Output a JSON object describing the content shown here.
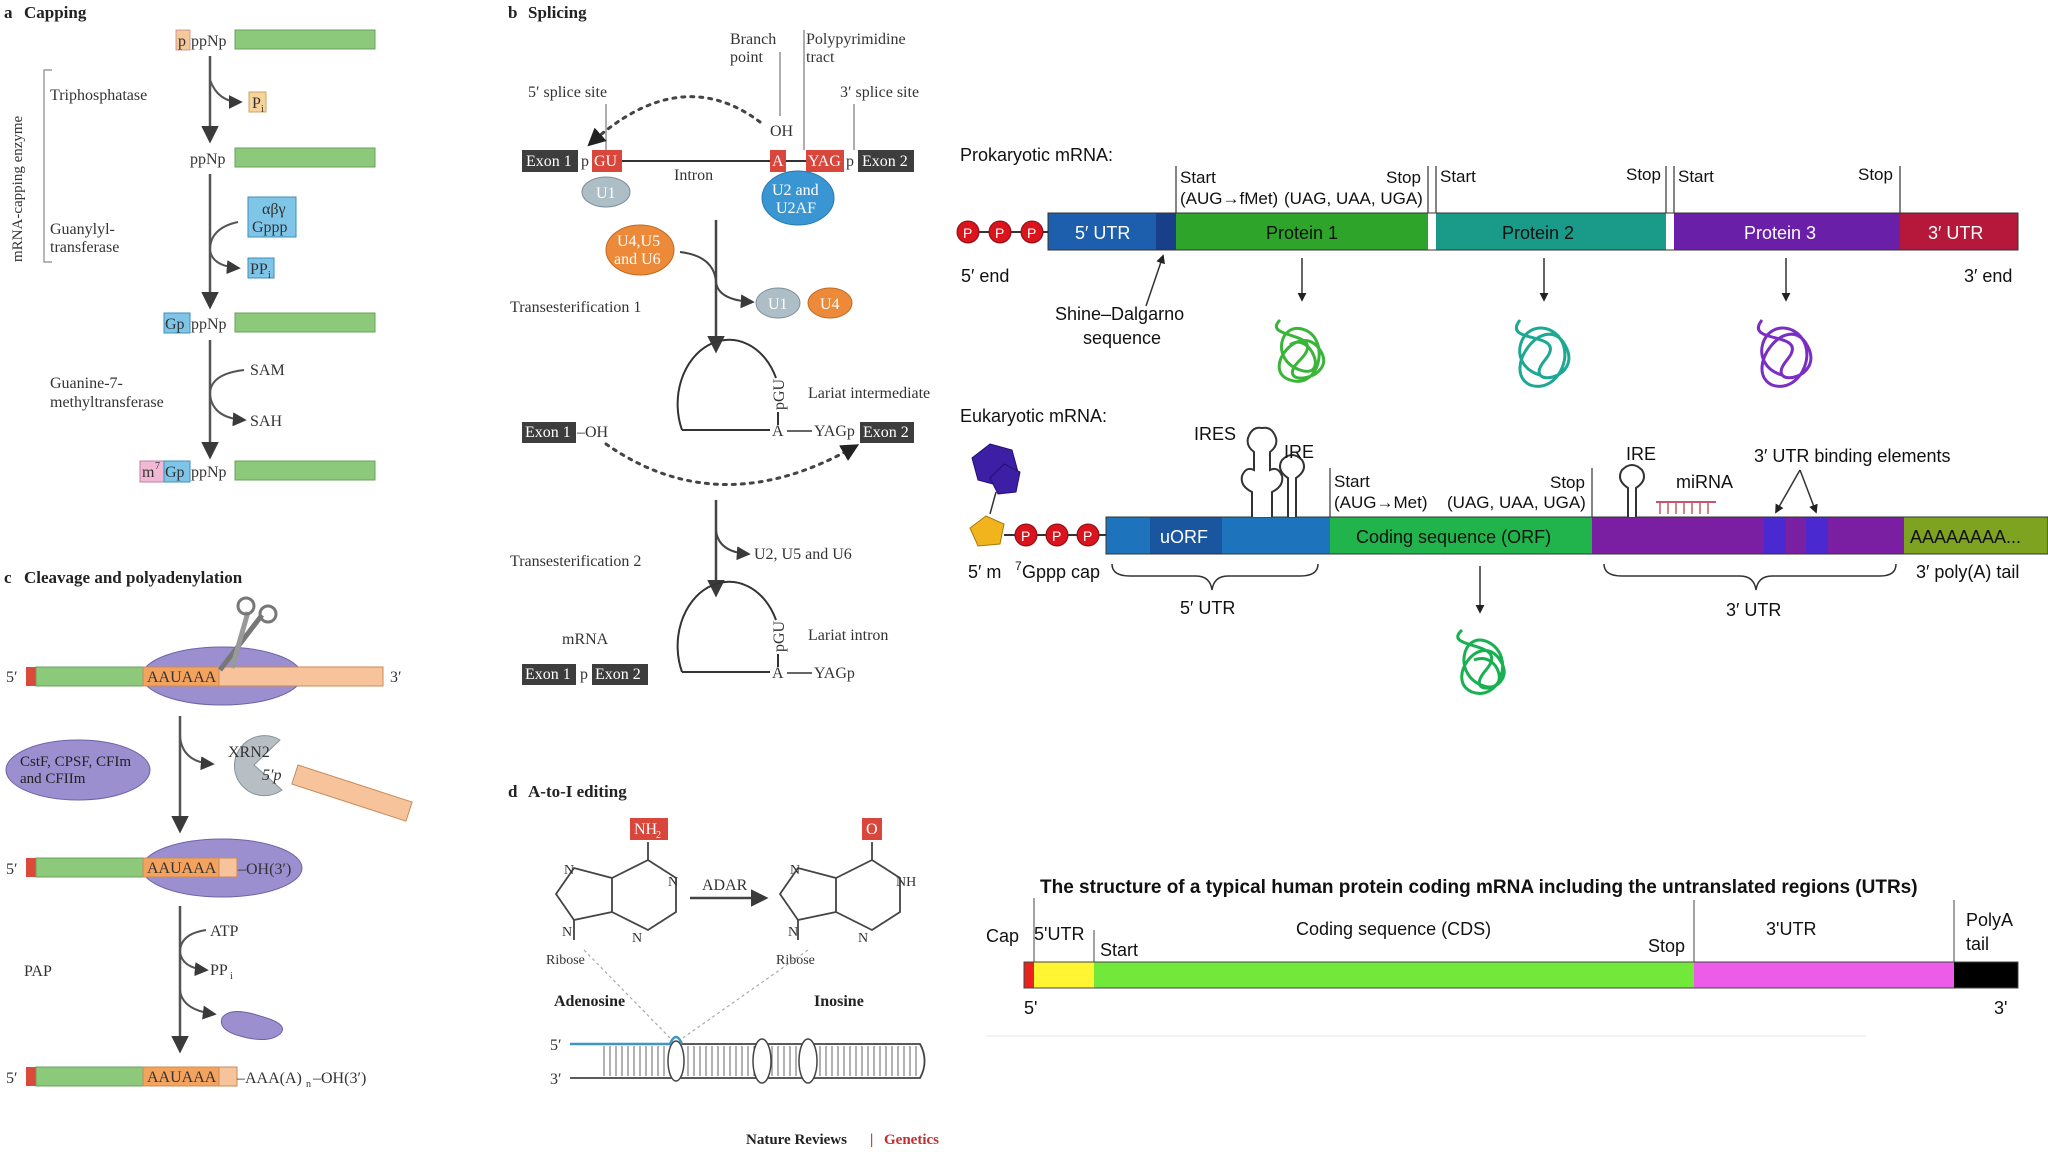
{
  "panelA": {
    "title_letter": "a",
    "title": "Capping",
    "side_label": "mRNA-capping enzyme",
    "row1_cap": "p",
    "row1_text": "ppNp",
    "enzyme1": "Triphosphatase",
    "pi_box": "P",
    "pi_sub": "i",
    "row2_text": "ppNp",
    "enzyme2_l1": "Guanylyl-",
    "enzyme2_l2": "transferase",
    "gppp_l1": "αβγ",
    "gppp_l2": "Gppp",
    "ppi_box": "PP",
    "ppi_sub": "i",
    "row3_cap": "Gp",
    "row3_text": "ppNp",
    "enzyme3_l1": "Guanine-7-",
    "enzyme3_l2": "methyltransferase",
    "sam": "SAM",
    "sah": "SAH",
    "row4_m7": "m",
    "row4_m7_sup": "7",
    "row4_cap": "Gp",
    "row4_text": "ppNp"
  },
  "panelB": {
    "title_letter": "b",
    "title": "Splicing",
    "branch_l1": "Branch",
    "branch_l2": "point",
    "poly_l1": "Polypyrimidine",
    "poly_l2": "tract",
    "site5": "5′ splice site",
    "site3": "3′ splice site",
    "oh": "OH",
    "exon1": "Exon 1",
    "exon2": "Exon 2",
    "p": "p",
    "gu": "GU",
    "intron": "Intron",
    "a": "A",
    "yag": "YAG",
    "u1": "U1",
    "u2_l1": "U2 and",
    "u2_l2": "U2AF",
    "u456_l1": "U4,U5",
    "u456_l2": "and U6",
    "u4": "U4",
    "trans1": "Transesterification 1",
    "lariat_int": "Lariat intermediate",
    "pgu": "pGU",
    "a_dash": "A",
    "yagp": "YAGp",
    "exon1_oh": "–OH",
    "trans2": "Transesterification 2",
    "u2u5u6": "U2, U5 and U6",
    "mrna": "mRNA",
    "lariat_intron": "Lariat intron"
  },
  "panelC": {
    "title_letter": "c",
    "title": "Cleavage and polyadenylation",
    "five": "5′",
    "three": "3′",
    "aauaaa": "AAUAAA",
    "factors_l1": "CstF, CPSF, CFIm",
    "factors_l2": "and CFIIm",
    "xrn2": "XRN2",
    "five_p": "5′p",
    "oh3": "–OH(3′)",
    "atp": "ATP",
    "ppi": "PP",
    "ppi_sub": "i",
    "pap": "PAP",
    "polya_pre": "–AAA(A)",
    "polya_sub": "n",
    "polya_post": "–OH(3′)"
  },
  "panelD": {
    "title_letter": "d",
    "title": "A-to-I editing",
    "nh2": "NH",
    "nh2_sub": "2",
    "o": "O",
    "adar": "ADAR",
    "ribose": "Ribose",
    "adenosine": "Adenosine",
    "inosine": "Inosine",
    "n": "N",
    "nh": "NH",
    "five": "5′",
    "three": "3′",
    "credit_l": "Nature Reviews",
    "credit_sep": " | ",
    "credit_r": "Genetics"
  },
  "prok": {
    "title": "Prokaryotic mRNA:",
    "p": "P",
    "utr5": "5′ UTR",
    "protein1": "Protein 1",
    "protein2": "Protein 2",
    "protein3": "Protein 3",
    "utr3": "3′ UTR",
    "start": "Start",
    "stop": "Stop",
    "start1_l2": "(AUG→fMet)",
    "stop1_l2": "(UAG, UAA, UGA)",
    "end5": "5′ end",
    "end3": "3′ end",
    "sd_l1": "Shine–Dalgarno",
    "sd_l2": "sequence",
    "colors": {
      "utr5": "#1d5fad",
      "p1": "#2ea52a",
      "p2": "#1a9b8a",
      "p3": "#6a1fa8",
      "utr3": "#b6183b",
      "red": "#d9141c"
    }
  },
  "euk": {
    "title": "Eukaryotic mRNA:",
    "uorf": "uORF",
    "ires": "IRES",
    "ire": "IRE",
    "ire2": "IRE",
    "start": "Start",
    "start_l2": "(AUG→Met)",
    "stop": "Stop",
    "stop_l2": "(UAG, UAA, UGA)",
    "orf": "Coding sequence (ORF)",
    "mirna": "miRNA",
    "utr3_binding": "3′ UTR binding elements",
    "polya": "AAAAAAAA...",
    "cap_pre": "5′ m",
    "cap_sup": "7",
    "cap_post": " Gppp cap",
    "polya_tail": "3′ poly(A) tail",
    "utr5": "5′ UTR",
    "utr3": "3′ UTR"
  },
  "human": {
    "title": "The structure of a typical human protein coding mRNA including the untranslated regions (UTRs)",
    "cap": "Cap",
    "utr5": "5'UTR",
    "cds": "Coding sequence (CDS)",
    "utr3": "3'UTR",
    "polya_l1": "PolyA",
    "polya_l2": "tail",
    "start": "Start",
    "stop": "Stop",
    "five": "5'",
    "three": "3'",
    "colors": {
      "cap": "#e8231f",
      "utr5": "#fff533",
      "cds": "#72e83a",
      "utr3": "#ec5ce8",
      "tail": "#000000"
    }
  }
}
